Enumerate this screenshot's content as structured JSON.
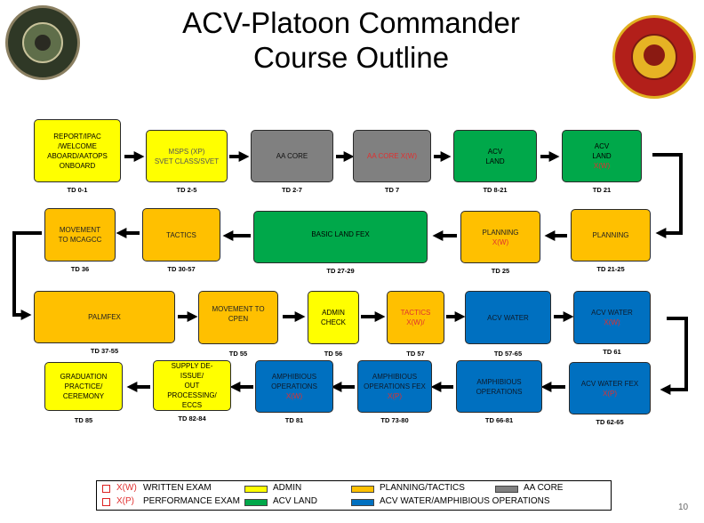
{
  "header": {
    "title_line1": "ACV-Platoon Commander",
    "title_line2": "Course Outline"
  },
  "colors": {
    "admin": "#ffff00",
    "planning": "#ffc000",
    "aa_core": "#808080",
    "acv_land": "#00a84a",
    "acv_water": "#0070c0",
    "exam": "#e03030"
  },
  "row1": [
    {
      "lines": [
        "REPORT/IPAC",
        "/WELCOME",
        "ABOARD/AATOPS",
        "ONBOARD"
      ],
      "td": "TD 0-1"
    },
    {
      "lines": [
        "MSPS (XP)",
        "SVET CLASS/SVET"
      ],
      "td": "TD 2-5"
    },
    {
      "lines": [
        "AA CORE"
      ],
      "td": "TD 2-7"
    },
    {
      "lines": [
        "AA CORE X(W)"
      ],
      "td": "TD 7"
    },
    {
      "lines": [
        "ACV",
        "LAND"
      ],
      "td": "TD 8-21"
    },
    {
      "lines": [
        "ACV",
        "LAND"
      ],
      "exam": "X(W)",
      "td": "TD 21"
    }
  ],
  "row2": [
    {
      "lines": [
        "MOVEMENT",
        "TO MCAGCC"
      ],
      "td": "TD 36"
    },
    {
      "lines": [
        "TACTICS"
      ],
      "td": "TD 30-57"
    },
    {
      "lines": [
        "BASIC LAND FEX"
      ],
      "td": "TD 27-29"
    },
    {
      "lines": [
        "PLANNING"
      ],
      "exam": "X(W)",
      "td": "TD 25"
    },
    {
      "lines": [
        "PLANNING"
      ],
      "td": "TD 21-25"
    }
  ],
  "row3": [
    {
      "lines": [
        "PALMFEX"
      ],
      "td": "TD 37-55"
    },
    {
      "lines": [
        "MOVEMENT TO",
        "CPEN"
      ],
      "td": "TD 55"
    },
    {
      "lines": [
        "ADMIN",
        "CHECK"
      ],
      "td": "TD 56"
    },
    {
      "lines": [
        "TACTICS"
      ],
      "exam": "X(W)/",
      "td": "TD 57"
    },
    {
      "lines": [
        "ACV WATER"
      ],
      "td": "TD 57-65"
    },
    {
      "lines": [
        "ACV WATER"
      ],
      "exam": "X(W)",
      "td": "TD 61"
    }
  ],
  "row4": [
    {
      "lines": [
        "GRADUATION",
        "PRACTICE/",
        "CEREMONY"
      ],
      "td": "TD 85"
    },
    {
      "lines": [
        "SUPPLY DE-",
        "ISSUE/",
        "OUT",
        "PROCESSING/",
        "ECCS"
      ],
      "td": "TD 82-84"
    },
    {
      "lines": [
        "AMPHIBIOUS",
        "OPERATIONS"
      ],
      "exam": "X(W)",
      "td": "TD 81"
    },
    {
      "lines": [
        "AMPHIBIOUS",
        "OPERATIONS FEX"
      ],
      "exam": "X(P)",
      "td": "TD 73-80"
    },
    {
      "lines": [
        "AMPHIBIOUS",
        "OPERATIONS"
      ],
      "td": "TD 66-81"
    },
    {
      "lines": [
        "ACV WATER FEX"
      ],
      "exam": "X(P)",
      "td": "TD 62-65"
    }
  ],
  "legend": {
    "xw_code": "X(W)",
    "xw_label": "WRITTEN EXAM",
    "xp_code": "X(P)",
    "xp_label": "PERFORMANCE EXAM",
    "admin": "ADMIN",
    "acv_land": "ACV LAND",
    "planning": "PLANNING/TACTICS",
    "acv_water": "ACV WATER/AMPHIBIOUS OPERATIONS",
    "aa_core": "AA CORE"
  },
  "page_number": "10"
}
